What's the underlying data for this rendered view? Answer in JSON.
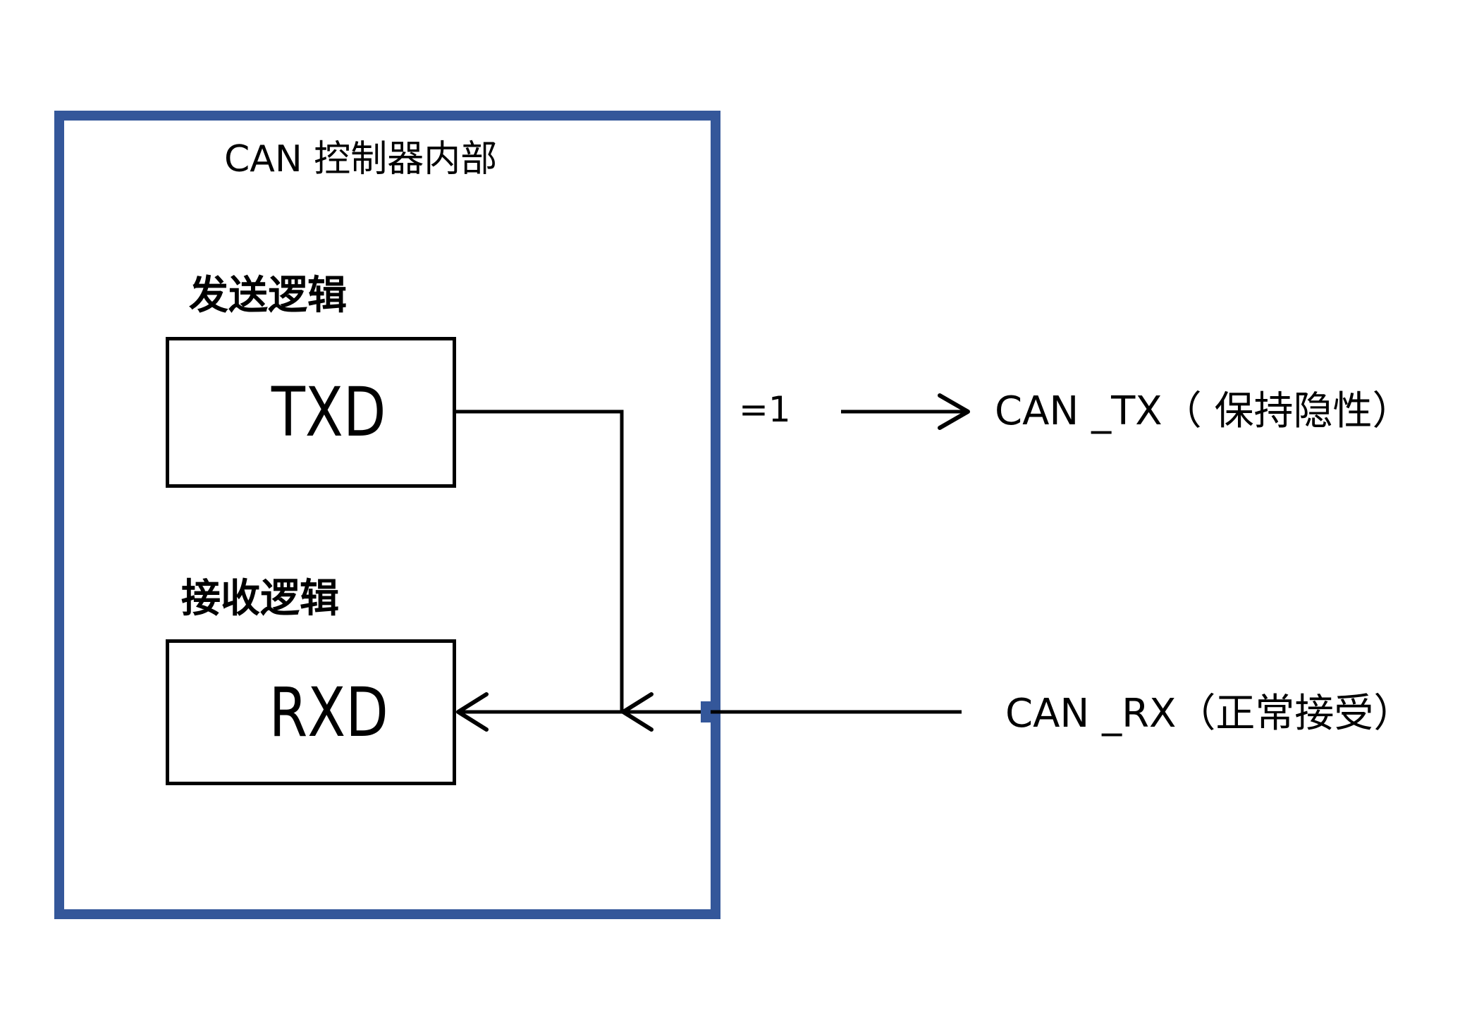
{
  "diagram": {
    "title": "CAN 控制器内部",
    "transmit_heading": "发送逻辑",
    "receive_heading": "接收逻辑",
    "txd_label": "TXD",
    "rxd_label": "RXD",
    "tx_value": "=1",
    "can_tx_label": "CAN _TX（ 保持隐性）",
    "can_rx_label": "CAN _RX（正常接受）",
    "colors": {
      "controller_border": "#34579a",
      "line": "#000000"
    }
  }
}
